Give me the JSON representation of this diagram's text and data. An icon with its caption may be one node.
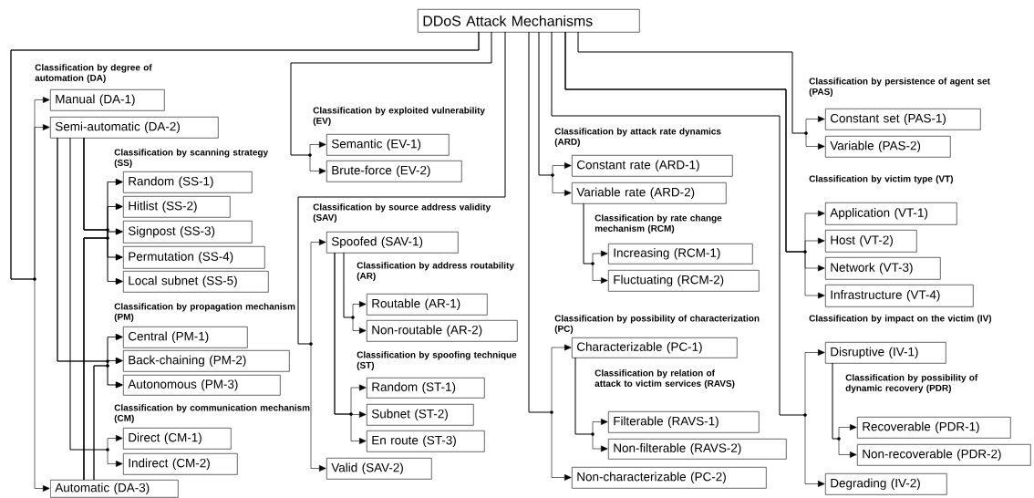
{
  "diagram": {
    "nodes": [
      {
        "text": [
          "DDoS Attack Mechanisms"
        ]
      },
      {
        "text": [
          "Manual (DA-1)"
        ]
      },
      {
        "text": [
          "Semi-automatic (DA-2)"
        ]
      },
      {
        "text": [
          "Random (SS-1)"
        ]
      },
      {
        "text": [
          "Hitlist (SS-2)"
        ]
      },
      {
        "text": [
          "Signpost (SS-3)"
        ]
      },
      {
        "text": [
          "Permutation (SS-4)"
        ]
      },
      {
        "text": [
          "Local subnet (SS-5)"
        ]
      },
      {
        "text": [
          "Central (PM-1)"
        ]
      },
      {
        "text": [
          "Back-chaining (PM-2)"
        ]
      },
      {
        "text": [
          "Autonomous (PM-3)"
        ]
      },
      {
        "text": [
          "Direct (CM-1)"
        ]
      },
      {
        "text": [
          "Indirect (CM-2)"
        ]
      },
      {
        "text": [
          "Automatic (DA-3)"
        ]
      },
      {
        "text": [
          "Semantic (EV-1)"
        ]
      },
      {
        "text": [
          "Brute-force (EV-2)"
        ]
      },
      {
        "text": [
          "Spoofed (SAV-1)"
        ]
      },
      {
        "text": [
          "Routable (AR-1)"
        ]
      },
      {
        "text": [
          "Non-routable (AR-2)"
        ]
      },
      {
        "text": [
          "Random (ST-1)"
        ]
      },
      {
        "text": [
          "Subnet (ST-2)"
        ]
      },
      {
        "text": [
          "En route (ST-3)"
        ]
      },
      {
        "text": [
          "Valid (SAV-2)"
        ]
      },
      {
        "text": [
          "Constant rate (ARD-1)"
        ]
      },
      {
        "text": [
          "Variable rate (ARD-2)"
        ]
      },
      {
        "text": [
          "Increasing (RCM-1)"
        ]
      },
      {
        "text": [
          "Fluctuating (RCM-2)"
        ]
      },
      {
        "text": [
          "Characterizable (PC-1)"
        ]
      },
      {
        "text": [
          "Filterable (RAVS-1)"
        ]
      },
      {
        "text": [
          "Non-filterable (RAVS-2)"
        ]
      },
      {
        "text": [
          "Non-characterizable (PC-2)"
        ]
      },
      {
        "text": [
          "Constant set (PAS-1)"
        ]
      },
      {
        "text": [
          "Variable (PAS-2)"
        ]
      },
      {
        "text": [
          "Application (VT-1)"
        ]
      },
      {
        "text": [
          "Host (VT-2)"
        ]
      },
      {
        "text": [
          "Network (VT-3)"
        ]
      },
      {
        "text": [
          "Infrastructure (VT-4)"
        ]
      },
      {
        "text": [
          "Disruptive (IV-1)"
        ]
      },
      {
        "text": [
          "Recoverable (PDR-1)"
        ]
      },
      {
        "text": [
          "Non-recoverable (PDR-2)"
        ]
      },
      {
        "text": [
          "Degrading (IV-2)"
        ]
      }
    ],
    "edges": [
      {
        "from": 0,
        "to": 1,
        "arrow": "to"
      },
      {
        "from": 0,
        "to": 2,
        "arrow": "to"
      },
      {
        "from": 0,
        "to": 13,
        "arrow": "to"
      },
      {
        "from": 2,
        "to": 3,
        "arrow": "to"
      },
      {
        "from": 2,
        "to": 4,
        "arrow": "to"
      },
      {
        "from": 2,
        "to": 5,
        "arrow": "to"
      },
      {
        "from": 2,
        "to": 6,
        "arrow": "to"
      },
      {
        "from": 2,
        "to": 7,
        "arrow": "to"
      },
      {
        "from": 13,
        "to": 3,
        "arrow": "to"
      },
      {
        "from": 13,
        "to": 4,
        "arrow": "to"
      },
      {
        "from": 13,
        "to": 5,
        "arrow": "to"
      },
      {
        "from": 13,
        "to": 6,
        "arrow": "to"
      },
      {
        "from": 13,
        "to": 7,
        "arrow": "to"
      },
      {
        "from": 2,
        "to": 8,
        "arrow": "to"
      },
      {
        "from": 2,
        "to": 9,
        "arrow": "to"
      },
      {
        "from": 2,
        "to": 10,
        "arrow": "to"
      },
      {
        "from": 13,
        "to": 8,
        "arrow": "to"
      },
      {
        "from": 13,
        "to": 9,
        "arrow": "to"
      },
      {
        "from": 13,
        "to": 10,
        "arrow": "to"
      },
      {
        "from": 2,
        "to": 11,
        "arrow": "to"
      },
      {
        "from": 2,
        "to": 12,
        "arrow": "to"
      },
      {
        "from": 0,
        "to": 14,
        "arrow": "to"
      },
      {
        "from": 0,
        "to": 15,
        "arrow": "to"
      },
      {
        "from": 0,
        "to": 16,
        "arrow": "to"
      },
      {
        "from": 0,
        "to": 22,
        "arrow": "to"
      },
      {
        "from": 16,
        "to": 17,
        "arrow": "to"
      },
      {
        "from": 16,
        "to": 18,
        "arrow": "to"
      },
      {
        "from": 16,
        "to": 19,
        "arrow": "to"
      },
      {
        "from": 16,
        "to": 20,
        "arrow": "to"
      },
      {
        "from": 16,
        "to": 21,
        "arrow": "to"
      },
      {
        "from": 0,
        "to": 23,
        "arrow": "to"
      },
      {
        "from": 0,
        "to": 24,
        "arrow": "to"
      },
      {
        "from": 24,
        "to": 25,
        "arrow": "to"
      },
      {
        "from": 24,
        "to": 26,
        "arrow": "to"
      },
      {
        "from": 0,
        "to": 27,
        "arrow": "to"
      },
      {
        "from": 0,
        "to": 30,
        "arrow": "to"
      },
      {
        "from": 27,
        "to": 28,
        "arrow": "to"
      },
      {
        "from": 27,
        "to": 29,
        "arrow": "to"
      },
      {
        "from": 0,
        "to": 31,
        "arrow": "to"
      },
      {
        "from": 0,
        "to": 32,
        "arrow": "to"
      },
      {
        "from": 0,
        "to": 33,
        "arrow": "to"
      },
      {
        "from": 0,
        "to": 34,
        "arrow": "to"
      },
      {
        "from": 0,
        "to": 35,
        "arrow": "to"
      },
      {
        "from": 0,
        "to": 36,
        "arrow": "to"
      },
      {
        "from": 0,
        "to": 37,
        "arrow": "to"
      },
      {
        "from": 0,
        "to": 40,
        "arrow": "to"
      },
      {
        "from": 37,
        "to": 38,
        "arrow": "to"
      },
      {
        "from": 37,
        "to": 39,
        "arrow": "to"
      }
    ],
    "labels": [
      "Classification by degree of automation (DA)",
      "Classification by scanning strategy (SS)",
      "Classification by propagation mechanism (PM)",
      "Classification by communication mechanism (CM)",
      "Classification by exploited vulnerability (EV)",
      "Classification by source address validity (SAV)",
      "Classification by address routability (AR)",
      "Classification by spoofing technique (ST)",
      "Classification by attack rate dynamics (ARD)",
      "Classification by rate change mechanism (RCM)",
      "Classification by possibility of characterization (PC)",
      "Classification by relation of attack to victim services (RAVS)",
      "Classification by persistence of agent set (PAS)",
      "Classification by victim type (VT)",
      "Classification by impact on the victim (IV)",
      "Classification by possibility of dynamic recovery (PDR)"
    ]
  }
}
